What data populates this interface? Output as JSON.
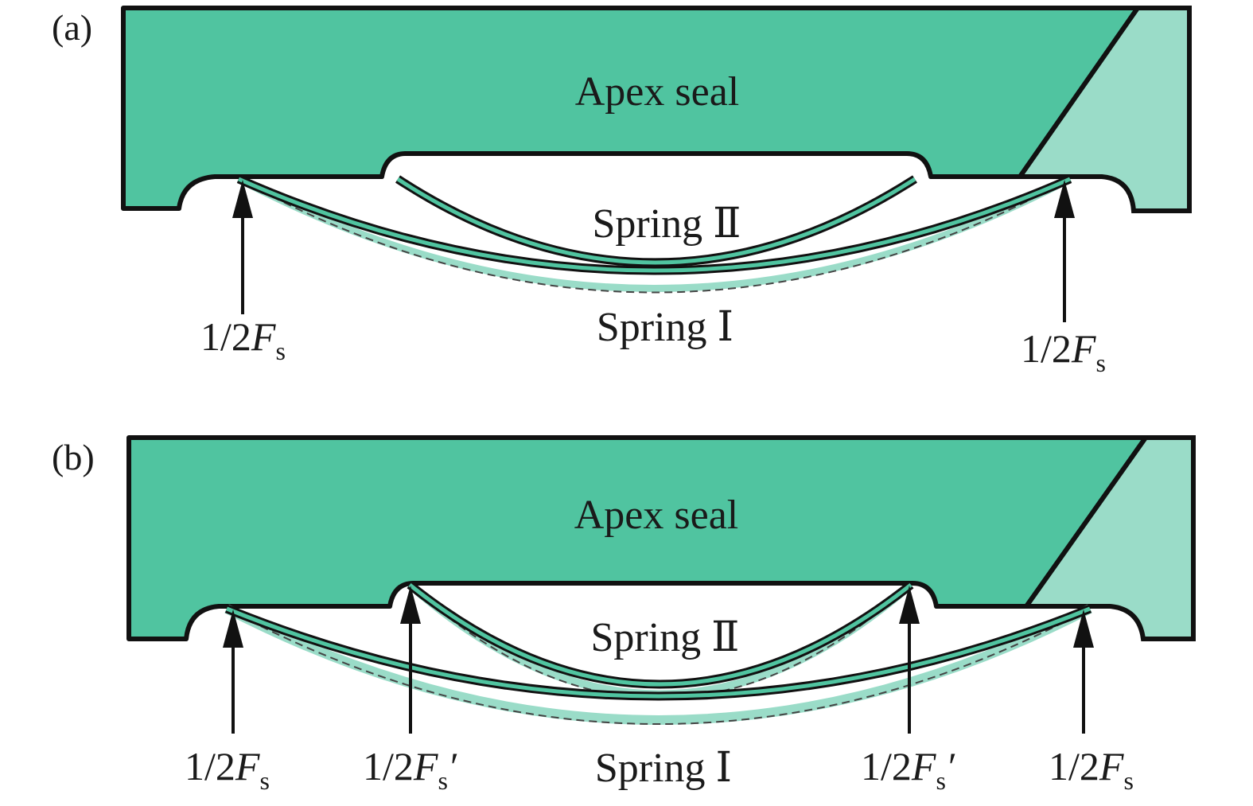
{
  "colors": {
    "seal": "#50C4A0",
    "seal_light": "#9ADCC8",
    "outline": "#111111"
  },
  "panel_a": {
    "label": "(a)",
    "seal_label": "Apex seal",
    "spring2_label": "Spring Ⅱ",
    "spring1_label": "Spring Ⅰ",
    "forces": [
      {
        "prefix": "1/2",
        "var": "F",
        "sub": "s",
        "prime": ""
      },
      {
        "prefix": "1/2",
        "var": "F",
        "sub": "s",
        "prime": ""
      }
    ]
  },
  "panel_b": {
    "label": "(b)",
    "seal_label": "Apex seal",
    "spring2_label": "Spring Ⅱ",
    "spring1_label": "Spring Ⅰ",
    "forces": [
      {
        "prefix": "1/2",
        "var": "F",
        "sub": "s",
        "prime": ""
      },
      {
        "prefix": "1/2",
        "var": "F",
        "sub": "s",
        "prime": "′"
      },
      {
        "prefix": "1/2",
        "var": "F",
        "sub": "s",
        "prime": "′"
      },
      {
        "prefix": "1/2",
        "var": "F",
        "sub": "s",
        "prime": ""
      }
    ]
  }
}
